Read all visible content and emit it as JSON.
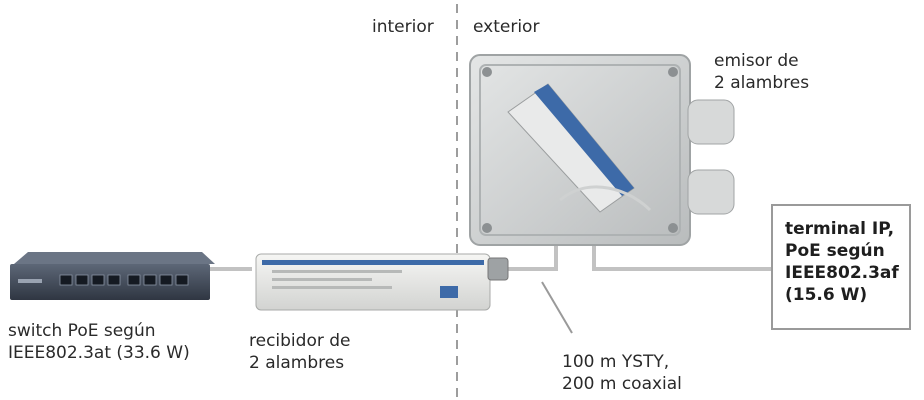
{
  "labels": {
    "interior": "interior",
    "exterior": "exterior",
    "emitter": "emisor de\n2 alambres",
    "switch": "switch PoE según\nIEEE802.3at (33.6 W)",
    "receiver": "recibidor de\n2 alambres",
    "cable": "100 m YSTY,\n200 m coaxial",
    "terminal": "terminal IP,\nPoE según\nIEEE802.3af\n(15.6 W)"
  }
}
